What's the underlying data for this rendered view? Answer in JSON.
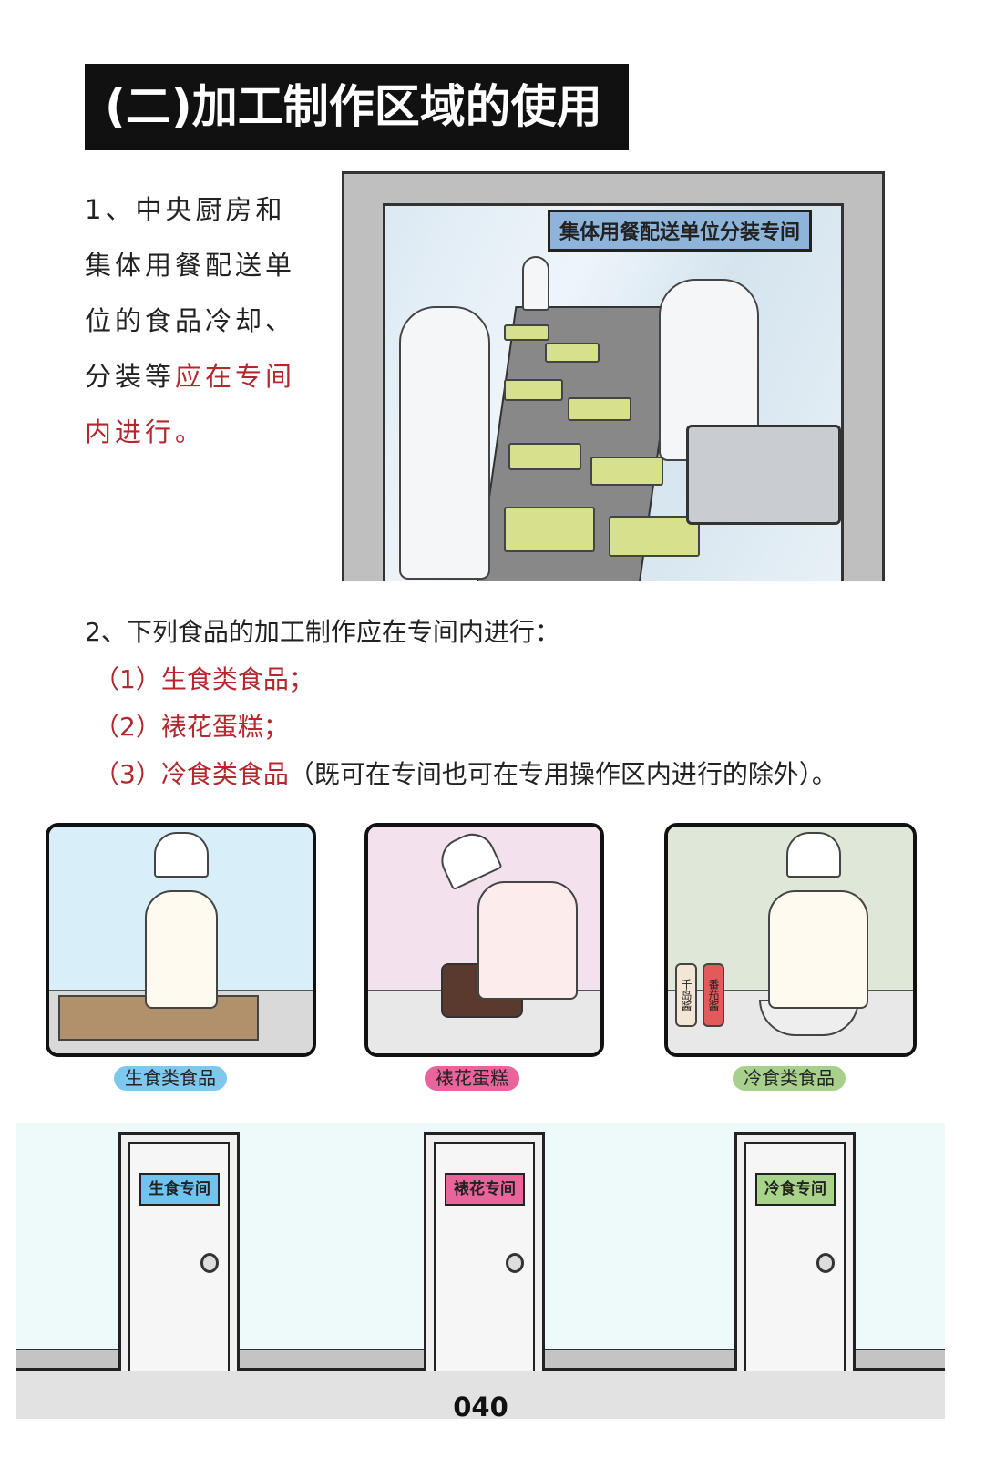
{
  "title": "(二)加工制作区域的使用",
  "intro": {
    "normal": "1、中央厨房和集体用餐配送单位的食品冷却、分装等",
    "highlight": "应在专间内进行。"
  },
  "illustration": {
    "sign": "集体用餐配送单位分装专间"
  },
  "section2": {
    "heading": "2、下列食品的加工制作应在专间内进行：",
    "items": [
      {
        "label": "（1）生食类食品；",
        "note": ""
      },
      {
        "label": "（2）裱花蛋糕；",
        "note": ""
      },
      {
        "label": "（3）冷食类食品",
        "note": "（既可在专间也可在专用操作区内进行的除外）。"
      }
    ]
  },
  "panels": [
    {
      "label": "生食类食品",
      "color": "#7cc8ef"
    },
    {
      "label": "裱花蛋糕",
      "color": "#e8649b"
    },
    {
      "label": "冷食类食品",
      "color": "#a8d08d",
      "bottles": [
        "千岛酱",
        "番茄酱"
      ]
    }
  ],
  "doors": [
    {
      "sign": "生食专间",
      "color": "#6fc3ef"
    },
    {
      "sign": "裱花专间",
      "color": "#e8649b"
    },
    {
      "sign": "冷食专间",
      "color": "#a8d38a"
    }
  ],
  "page_number": "040"
}
